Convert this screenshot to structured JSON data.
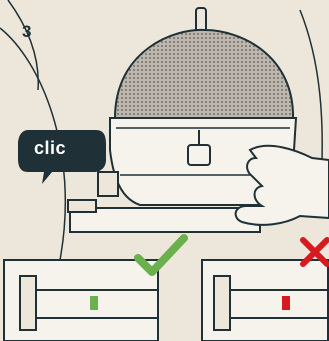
{
  "step": {
    "number": "3"
  },
  "bubble": {
    "label": "clic"
  },
  "colors": {
    "background": "#ede6da",
    "ink": "#1f3136",
    "correct": "#6ab04c",
    "wrong": "#d71920"
  },
  "panels": [
    {
      "status": "correct",
      "icon": "checkmark-icon"
    },
    {
      "status": "wrong",
      "icon": "cross-icon"
    }
  ]
}
